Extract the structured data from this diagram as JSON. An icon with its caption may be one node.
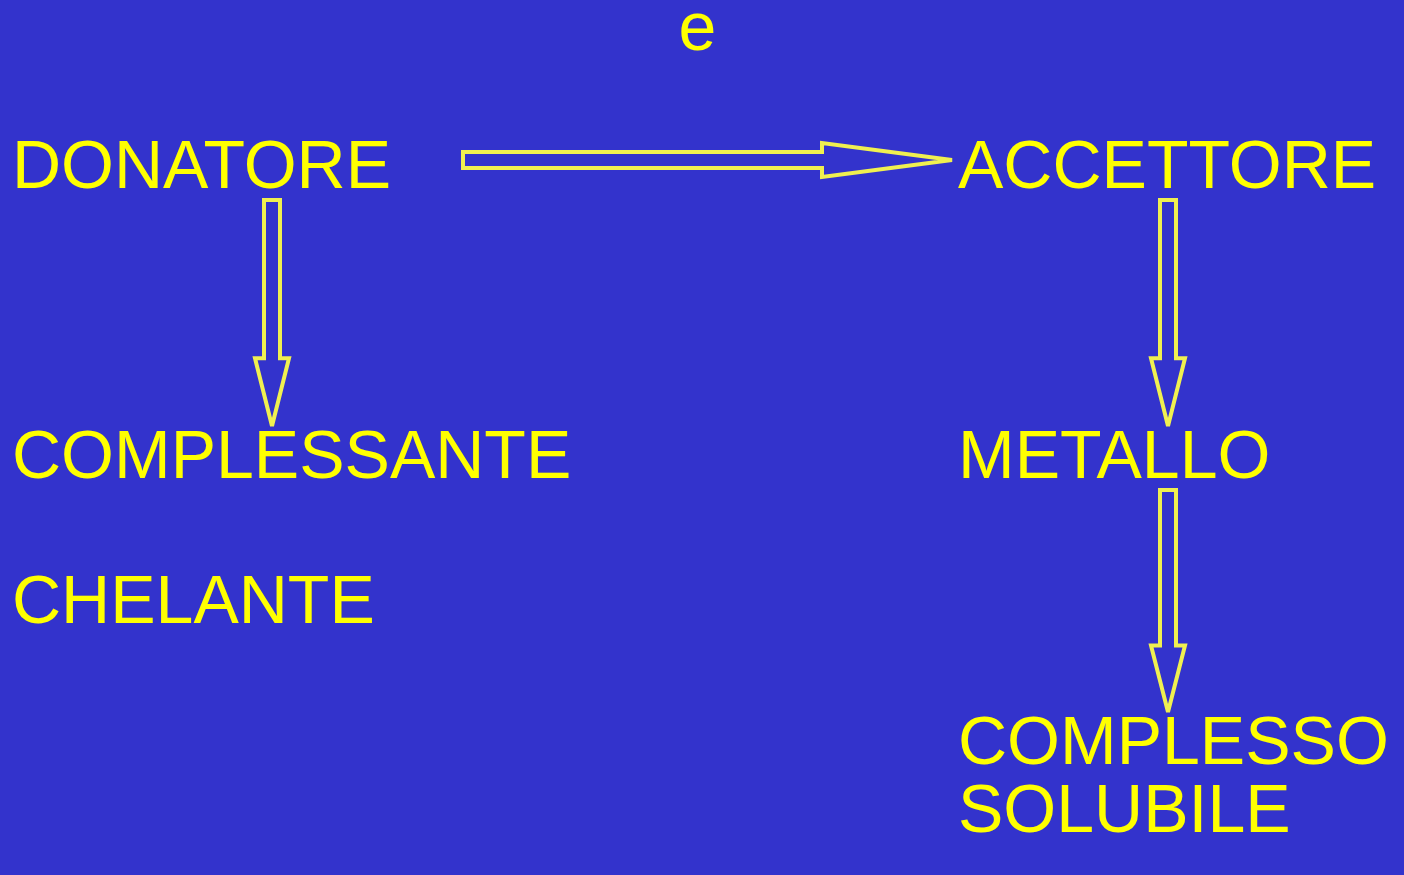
{
  "diagram": {
    "nodes": [
      {
        "text": [
          "DONATORE"
        ]
      },
      {
        "text": [
          "ACCETTORE"
        ]
      },
      {
        "text": [
          "COMPLESSANTE"
        ]
      },
      {
        "text": [
          "METALLO"
        ]
      },
      {
        "text": [
          "COMPLESSO SOLUBILE"
        ]
      }
    ],
    "edges": [
      {
        "from": 0,
        "to": 1,
        "arrow": "to",
        "label": "e"
      },
      {
        "from": 0,
        "to": 2,
        "arrow": "to"
      },
      {
        "from": 1,
        "to": 3,
        "arrow": "to"
      },
      {
        "from": 3,
        "to": 4,
        "arrow": "to"
      }
    ],
    "labels": [
      "CHELANTE"
    ]
  }
}
